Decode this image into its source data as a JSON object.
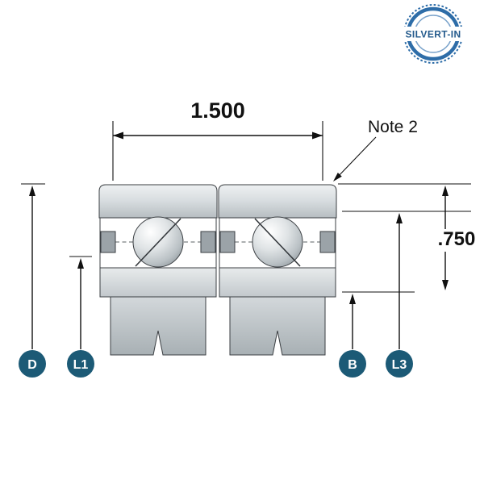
{
  "logo": {
    "text": "SILVERT-IN"
  },
  "dimensions": {
    "width": {
      "label": "1.500"
    },
    "height": {
      "label": ".750"
    },
    "note": {
      "label": "Note 2"
    }
  },
  "badges": {
    "d": {
      "label": "D"
    },
    "l1": {
      "label": "L1"
    },
    "b": {
      "label": "B"
    },
    "l3": {
      "label": "L3"
    }
  },
  "colors": {
    "badge_fill": "#1c5a76",
    "badge_text": "#ffffff",
    "logo_blue": "#2e6da8",
    "logo_text_color": "#235a8c",
    "line_color": "#111111",
    "metal_light": "#eef1f2",
    "metal_dark": "#a8b0b4"
  }
}
